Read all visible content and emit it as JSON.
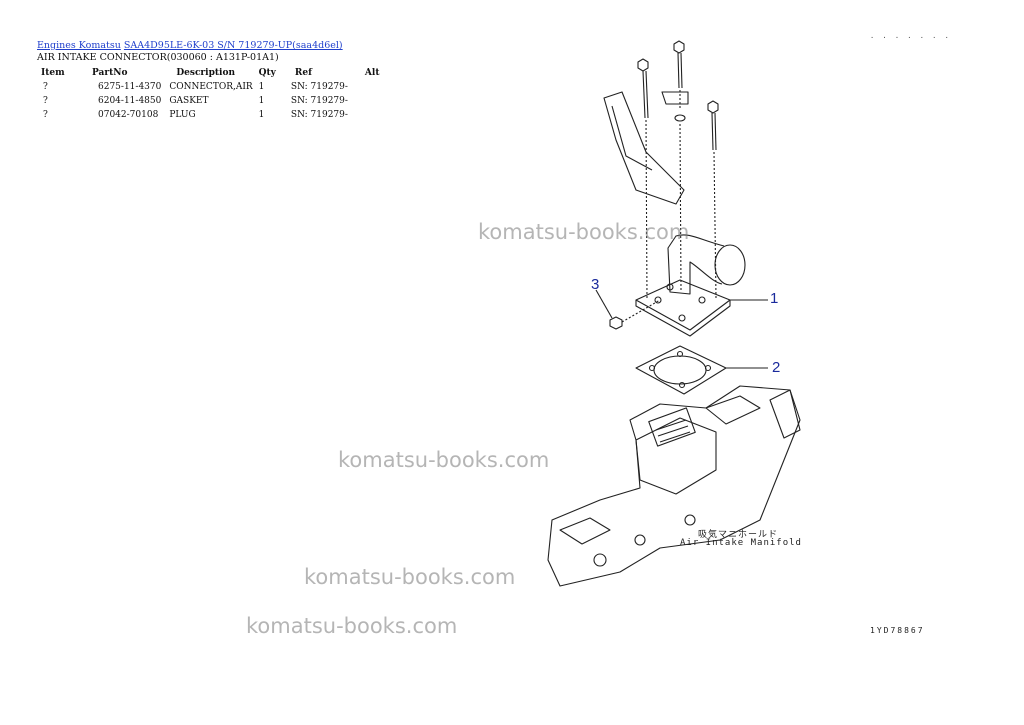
{
  "breadcrumb": {
    "link1": "Engines Komatsu",
    "link2": "SAA4D95LE-6K-03 S/N 719279-UP(saa4d6el)"
  },
  "title": "AIR INTAKE CONNECTOR(030060 : A131P-01A1)",
  "table": {
    "headers": {
      "item": "Item",
      "partno": "PartNo",
      "description": "Description",
      "qty": "Qty",
      "ref": "Ref",
      "alt": "Alt"
    },
    "rows": [
      {
        "item": "?",
        "partno": "6275-11-4370",
        "description": "CONNECTOR,AIR",
        "qty": "1",
        "ref": "SN: 719279-",
        "alt": ""
      },
      {
        "item": "?",
        "partno": "6204-11-4850",
        "description": "GASKET",
        "qty": "1",
        "ref": "SN: 719279-",
        "alt": ""
      },
      {
        "item": "?",
        "partno": "07042-70108",
        "description": "PLUG",
        "qty": "1",
        "ref": "SN: 719279-",
        "alt": ""
      }
    ]
  },
  "diagram": {
    "callouts": [
      "1",
      "2",
      "3"
    ],
    "code_top": "· · · · · · ·",
    "code_bottom": "1YD78867",
    "manifold_label_jp": "吸気マニホールド",
    "manifold_label_en": "Air Intake Manifold"
  },
  "watermark": "komatsu-books.com",
  "colors": {
    "link": "#1f3fcc",
    "callout": "#1a2a9c"
  }
}
